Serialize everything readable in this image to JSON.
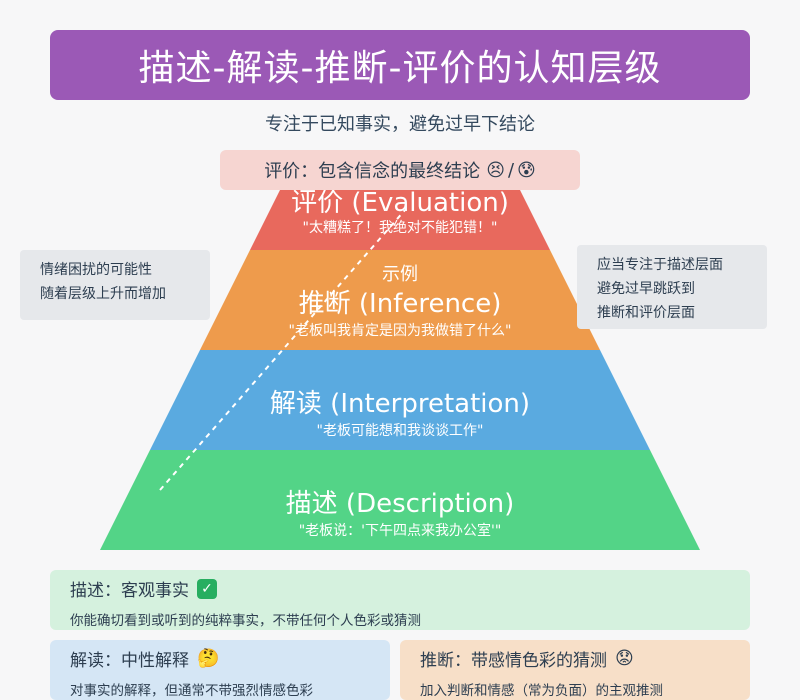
{
  "title": "描述-解读-推断-评价的认知层级",
  "subtitle": "专注于已知事实，避免过早下结论",
  "evaluation_label": {
    "text": "评价：包含信念的最终结论",
    "icon_a": "😣",
    "separator": "/",
    "icon_b": "😰"
  },
  "layers": [
    {
      "title": "评价 (Evaluation)",
      "quote": "\"太糟糕了！我绝对不能犯错！\"",
      "color": "#e8695d"
    },
    {
      "title": "推断 (Inference)",
      "quote": "\"老板叫我肯定是因为我做错了什么\"",
      "color": "#ee9b4c"
    },
    {
      "title": "解读 (Interpretation)",
      "quote": "\"老板可能想和我谈谈工作\"",
      "color": "#5aaae0"
    },
    {
      "title": "描述 (Description)",
      "quote": "\"老板说：'下午四点来我办公室'\"",
      "color": "#53d487"
    }
  ],
  "example_label": "示例",
  "left_note": [
    "情绪困扰的可能性",
    "随着层级上升而增加"
  ],
  "right_note": [
    "应当专注于描述层面",
    "避免过早跳跃到",
    "推断和评价层面"
  ],
  "cards": {
    "description": {
      "head": "描述：客观事实",
      "icon": "✓",
      "body": "你能确切看到或听到的纯粹事实，不带任何个人色彩或猜测"
    },
    "interpretation": {
      "head": "解读：中性解释",
      "icon": "🤔",
      "body": "对事实的解释，但通常不带强烈情感色彩"
    },
    "inference": {
      "head": "推断：带感情色彩的猜测",
      "icon": "😟",
      "body": "加入判断和情感（常为负面）的主观推测"
    }
  }
}
